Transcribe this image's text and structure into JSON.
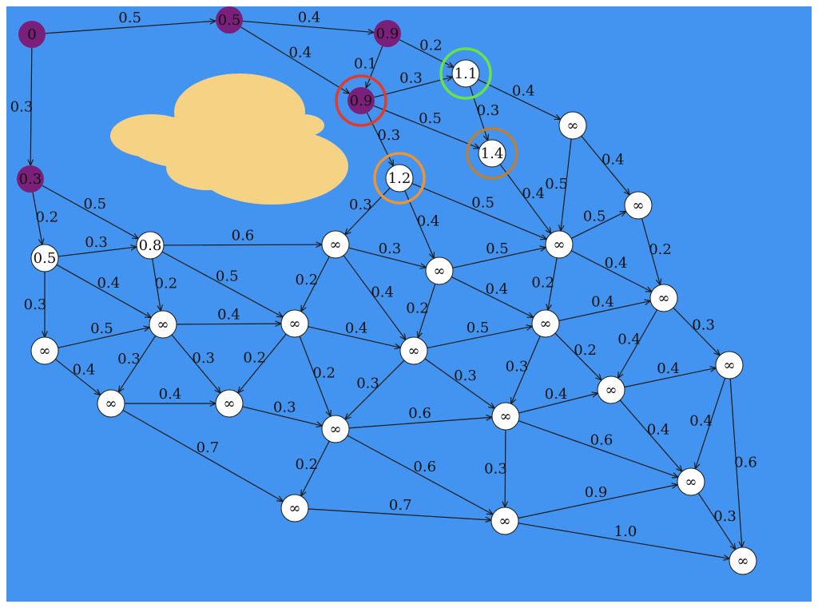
{
  "colors": {
    "background": "#4294f0",
    "frame": "#ffffff",
    "visited_node": "#7a1f7a",
    "unvisited_node": "#ffffff",
    "cloud": "#f6d285",
    "edge": "#1a1a1a"
  },
  "nodes": [
    {
      "id": "n0",
      "label": "0",
      "visited": true
    },
    {
      "id": "n1",
      "label": "0.5",
      "visited": true
    },
    {
      "id": "n2",
      "label": "0.9",
      "visited": true
    },
    {
      "id": "n3",
      "label": "0.3",
      "visited": true
    },
    {
      "id": "n4",
      "label": "0.9",
      "visited": true,
      "ring": "#e23a2b"
    },
    {
      "id": "n5",
      "label": "1.1",
      "visited": false,
      "ring": "#66e24a"
    },
    {
      "id": "n6",
      "label": "1.4",
      "visited": false,
      "ring": "#b8803a"
    },
    {
      "id": "n7",
      "label": "1.2",
      "visited": false,
      "ring": "#e8943a"
    },
    {
      "id": "n8",
      "label": "∞",
      "visited": false
    },
    {
      "id": "n9",
      "label": "∞",
      "visited": false
    },
    {
      "id": "n10",
      "label": "0.5",
      "visited": false
    },
    {
      "id": "n11",
      "label": "0.8",
      "visited": false
    },
    {
      "id": "n12",
      "label": "∞",
      "visited": false
    },
    {
      "id": "n13",
      "label": "∞",
      "visited": false
    },
    {
      "id": "n14",
      "label": "∞",
      "visited": false
    },
    {
      "id": "n15",
      "label": "∞",
      "visited": false
    },
    {
      "id": "n16",
      "label": "∞",
      "visited": false
    },
    {
      "id": "n17",
      "label": "∞",
      "visited": false
    },
    {
      "id": "n18",
      "label": "∞",
      "visited": false
    },
    {
      "id": "n19",
      "label": "∞",
      "visited": false
    },
    {
      "id": "n20",
      "label": "∞",
      "visited": false
    },
    {
      "id": "n21",
      "label": "∞",
      "visited": false
    },
    {
      "id": "n22",
      "label": "∞",
      "visited": false
    },
    {
      "id": "n23",
      "label": "∞",
      "visited": false
    },
    {
      "id": "n24",
      "label": "∞",
      "visited": false
    },
    {
      "id": "n25",
      "label": "∞",
      "visited": false
    },
    {
      "id": "n26",
      "label": "∞",
      "visited": false
    },
    {
      "id": "n27",
      "label": "∞",
      "visited": false
    },
    {
      "id": "n28",
      "label": "∞",
      "visited": false
    },
    {
      "id": "n29",
      "label": "∞",
      "visited": false
    },
    {
      "id": "n30",
      "label": "∞",
      "visited": false
    },
    {
      "id": "n31",
      "label": "∞",
      "visited": false
    },
    {
      "id": "n32",
      "label": "∞",
      "visited": false
    }
  ],
  "edges": [
    {
      "from": "n0",
      "to": "n1",
      "weight": "0.5"
    },
    {
      "from": "n1",
      "to": "n2",
      "weight": "0.4"
    },
    {
      "from": "n1",
      "to": "n4",
      "weight": "0.4"
    },
    {
      "from": "n2",
      "to": "n5",
      "weight": "0.2"
    },
    {
      "from": "n2",
      "to": "n4",
      "weight": "0.1"
    },
    {
      "from": "n4",
      "to": "n5",
      "weight": "0.3"
    },
    {
      "from": "n4",
      "to": "n6",
      "weight": "0.5"
    },
    {
      "from": "n4",
      "to": "n7",
      "weight": "0.3"
    },
    {
      "from": "n5",
      "to": "n6",
      "weight": "0.3"
    },
    {
      "from": "n5",
      "to": "n8",
      "weight": "0.4"
    },
    {
      "from": "n0",
      "to": "n3",
      "weight": "0.3"
    },
    {
      "from": "n3",
      "to": "n10",
      "weight": "0.2"
    },
    {
      "from": "n3",
      "to": "n11",
      "weight": "0.5"
    },
    {
      "from": "n10",
      "to": "n11",
      "weight": "0.3"
    },
    {
      "from": "n10",
      "to": "n15",
      "weight": "0.4"
    },
    {
      "from": "n10",
      "to": "n18",
      "weight": "0.3"
    },
    {
      "from": "n11",
      "to": "n12",
      "weight": "0.6"
    },
    {
      "from": "n11",
      "to": "n15",
      "weight": "0.2"
    },
    {
      "from": "n11",
      "to": "n16",
      "weight": "0.5"
    },
    {
      "from": "n7",
      "to": "n12",
      "weight": "0.3"
    },
    {
      "from": "n7",
      "to": "n13",
      "weight": "0.4"
    },
    {
      "from": "n7",
      "to": "n14",
      "weight": "0.5"
    },
    {
      "from": "n6",
      "to": "n14",
      "weight": "0.4"
    },
    {
      "from": "n8",
      "to": "n9",
      "weight": "0.4"
    },
    {
      "from": "n8",
      "to": "n14",
      "weight": "0.5"
    },
    {
      "from": "n14",
      "to": "n9",
      "weight": "0.5"
    },
    {
      "from": "n9",
      "to": "n21",
      "weight": "0.2"
    },
    {
      "from": "n12",
      "to": "n13",
      "weight": "0.3"
    },
    {
      "from": "n12",
      "to": "n16",
      "weight": "0.2"
    },
    {
      "from": "n12",
      "to": "n17",
      "weight": "0.4"
    },
    {
      "from": "n13",
      "to": "n14",
      "weight": "0.5"
    },
    {
      "from": "n13",
      "to": "n17",
      "weight": "0.2"
    },
    {
      "from": "n13",
      "to": "n20",
      "weight": "0.4"
    },
    {
      "from": "n14",
      "to": "n21",
      "weight": "0.4"
    },
    {
      "from": "n14",
      "to": "n20",
      "weight": "0.2"
    },
    {
      "from": "n18",
      "to": "n15",
      "weight": "0.5"
    },
    {
      "from": "n15",
      "to": "n16",
      "weight": "0.4"
    },
    {
      "from": "n15",
      "to": "n19",
      "weight": "0.3"
    },
    {
      "from": "n15",
      "to": "n22",
      "weight": "0.3"
    },
    {
      "from": "n18",
      "to": "n19",
      "weight": "0.4"
    },
    {
      "from": "n19",
      "to": "n22",
      "weight": "0.4"
    },
    {
      "from": "n16",
      "to": "n17",
      "weight": "0.4"
    },
    {
      "from": "n16",
      "to": "n22",
      "weight": "0.2"
    },
    {
      "from": "n16",
      "to": "n23",
      "weight": "0.2"
    },
    {
      "from": "n17",
      "to": "n20",
      "weight": "0.5"
    },
    {
      "from": "n17",
      "to": "n23",
      "weight": "0.3"
    },
    {
      "from": "n17",
      "to": "n24",
      "weight": "0.3"
    },
    {
      "from": "n20",
      "to": "n21",
      "weight": "0.4"
    },
    {
      "from": "n20",
      "to": "n24",
      "weight": "0.3"
    },
    {
      "from": "n20",
      "to": "n25",
      "weight": "0.2"
    },
    {
      "from": "n21",
      "to": "n25",
      "weight": "0.4"
    },
    {
      "from": "n21",
      "to": "n26",
      "weight": "0.3"
    },
    {
      "from": "n25",
      "to": "n26",
      "weight": "0.4"
    },
    {
      "from": "n22",
      "to": "n23",
      "weight": "0.3"
    },
    {
      "from": "n19",
      "to": "n29",
      "weight": "0.7"
    },
    {
      "from": "n23",
      "to": "n24",
      "weight": "0.6"
    },
    {
      "from": "n23",
      "to": "n29",
      "weight": "0.2"
    },
    {
      "from": "n23",
      "to": "n30",
      "weight": "0.6"
    },
    {
      "from": "n24",
      "to": "n25",
      "weight": "0.4"
    },
    {
      "from": "n24",
      "to": "n30",
      "weight": "0.3"
    },
    {
      "from": "n24",
      "to": "n28",
      "weight": "0.6"
    },
    {
      "from": "n25",
      "to": "n28",
      "weight": "0.4"
    },
    {
      "from": "n26",
      "to": "n28",
      "weight": "0.4"
    },
    {
      "from": "n26",
      "to": "n32",
      "weight": "0.6"
    },
    {
      "from": "n29",
      "to": "n30",
      "weight": "0.7"
    },
    {
      "from": "n30",
      "to": "n28",
      "weight": "0.9"
    },
    {
      "from": "n30",
      "to": "n32",
      "weight": "1.0"
    },
    {
      "from": "n28",
      "to": "n32",
      "weight": "0.3"
    }
  ]
}
